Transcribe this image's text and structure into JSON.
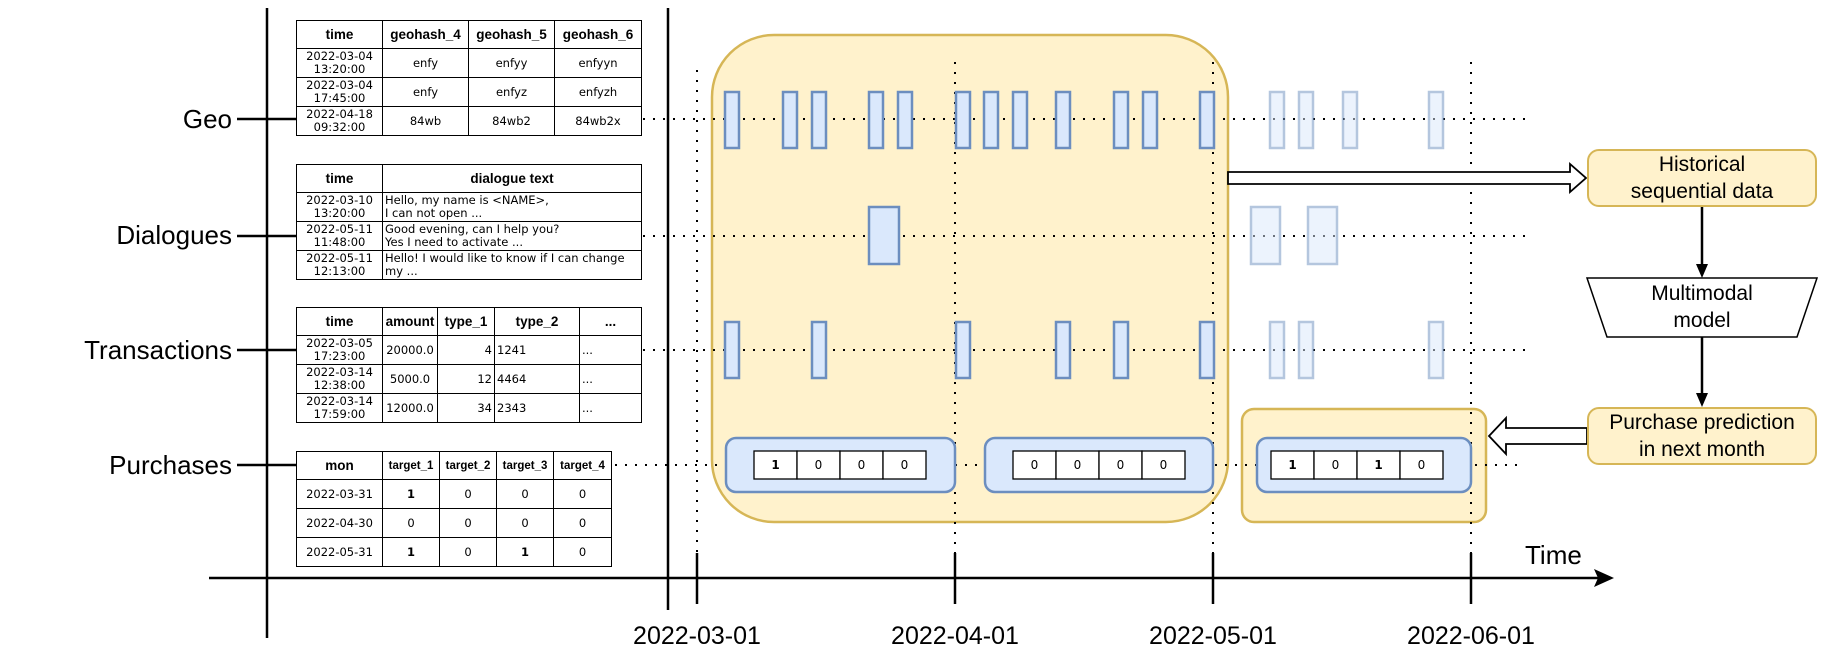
{
  "rows": {
    "geo": "Geo",
    "dialogues": "Dialogues",
    "transactions": "Transactions",
    "purchases": "Purchases"
  },
  "geo_table": {
    "headers": [
      "time",
      "geohash_4",
      "geohash_5",
      "geohash_6"
    ],
    "rows": [
      {
        "time": "2022-03-04\n13:20:00",
        "g4": "enfy",
        "g5": "enfyy",
        "g6": "enfyyn"
      },
      {
        "time": "2022-03-04\n17:45:00",
        "g4": "enfy",
        "g5": "enfyz",
        "g6": "enfyzh"
      },
      {
        "time": "2022-04-18\n09:32:00",
        "g4": "84wb",
        "g5": "84wb2",
        "g6": "84wb2x"
      }
    ]
  },
  "dialogue_table": {
    "headers": [
      "time",
      "dialogue text"
    ],
    "rows": [
      {
        "time": "2022-03-10\n13:20:00",
        "text": "Hello, my name is <NAME>,\nI can not open ..."
      },
      {
        "time": "2022-05-11\n11:48:00",
        "text": "Good evening, can I help you?\nYes I need to activate ..."
      },
      {
        "time": "2022-05-11\n12:13:00",
        "text": "Hello! I would like to know if I can change\nmy ..."
      }
    ]
  },
  "transaction_table": {
    "headers": [
      "time",
      "amount",
      "type_1",
      "type_2",
      "..."
    ],
    "rows": [
      {
        "time": "2022-03-05\n17:23:00",
        "amount": "20000.0",
        "t1": "4",
        "t2": "1241",
        "more": "..."
      },
      {
        "time": "2022-03-14\n12:38:00",
        "amount": "5000.0",
        "t1": "12",
        "t2": "4464",
        "more": "..."
      },
      {
        "time": "2022-03-14\n17:59:00",
        "amount": "12000.0",
        "t1": "34",
        "t2": "2343",
        "more": "..."
      }
    ]
  },
  "purchase_table": {
    "headers": [
      "mon",
      "target_1",
      "target_2",
      "target_3",
      "target_4"
    ],
    "rows": [
      {
        "mon": "2022-03-31",
        "t": [
          "1",
          "0",
          "0",
          "0"
        ]
      },
      {
        "mon": "2022-04-30",
        "t": [
          "0",
          "0",
          "0",
          "0"
        ]
      },
      {
        "mon": "2022-05-31",
        "t": [
          "1",
          "0",
          "1",
          "0"
        ]
      }
    ]
  },
  "purchase_vectors": [
    [
      "1",
      "0",
      "0",
      "0"
    ],
    [
      "0",
      "0",
      "0",
      "0"
    ],
    [
      "1",
      "0",
      "1",
      "0"
    ]
  ],
  "axis": {
    "time_label": "Time",
    "dates": [
      "2022-03-01",
      "2022-04-01",
      "2022-05-01",
      "2022-06-01"
    ]
  },
  "pipeline": {
    "historical": "Historical\nsequential data",
    "model": "Multimodal\nmodel",
    "prediction": "Purchase prediction\nin next month"
  },
  "colors": {
    "history_fill": "#fff2cc",
    "history_stroke": "#d6b656",
    "event_fill": "#dae8fc",
    "event_stroke": "#6c8ebf"
  }
}
